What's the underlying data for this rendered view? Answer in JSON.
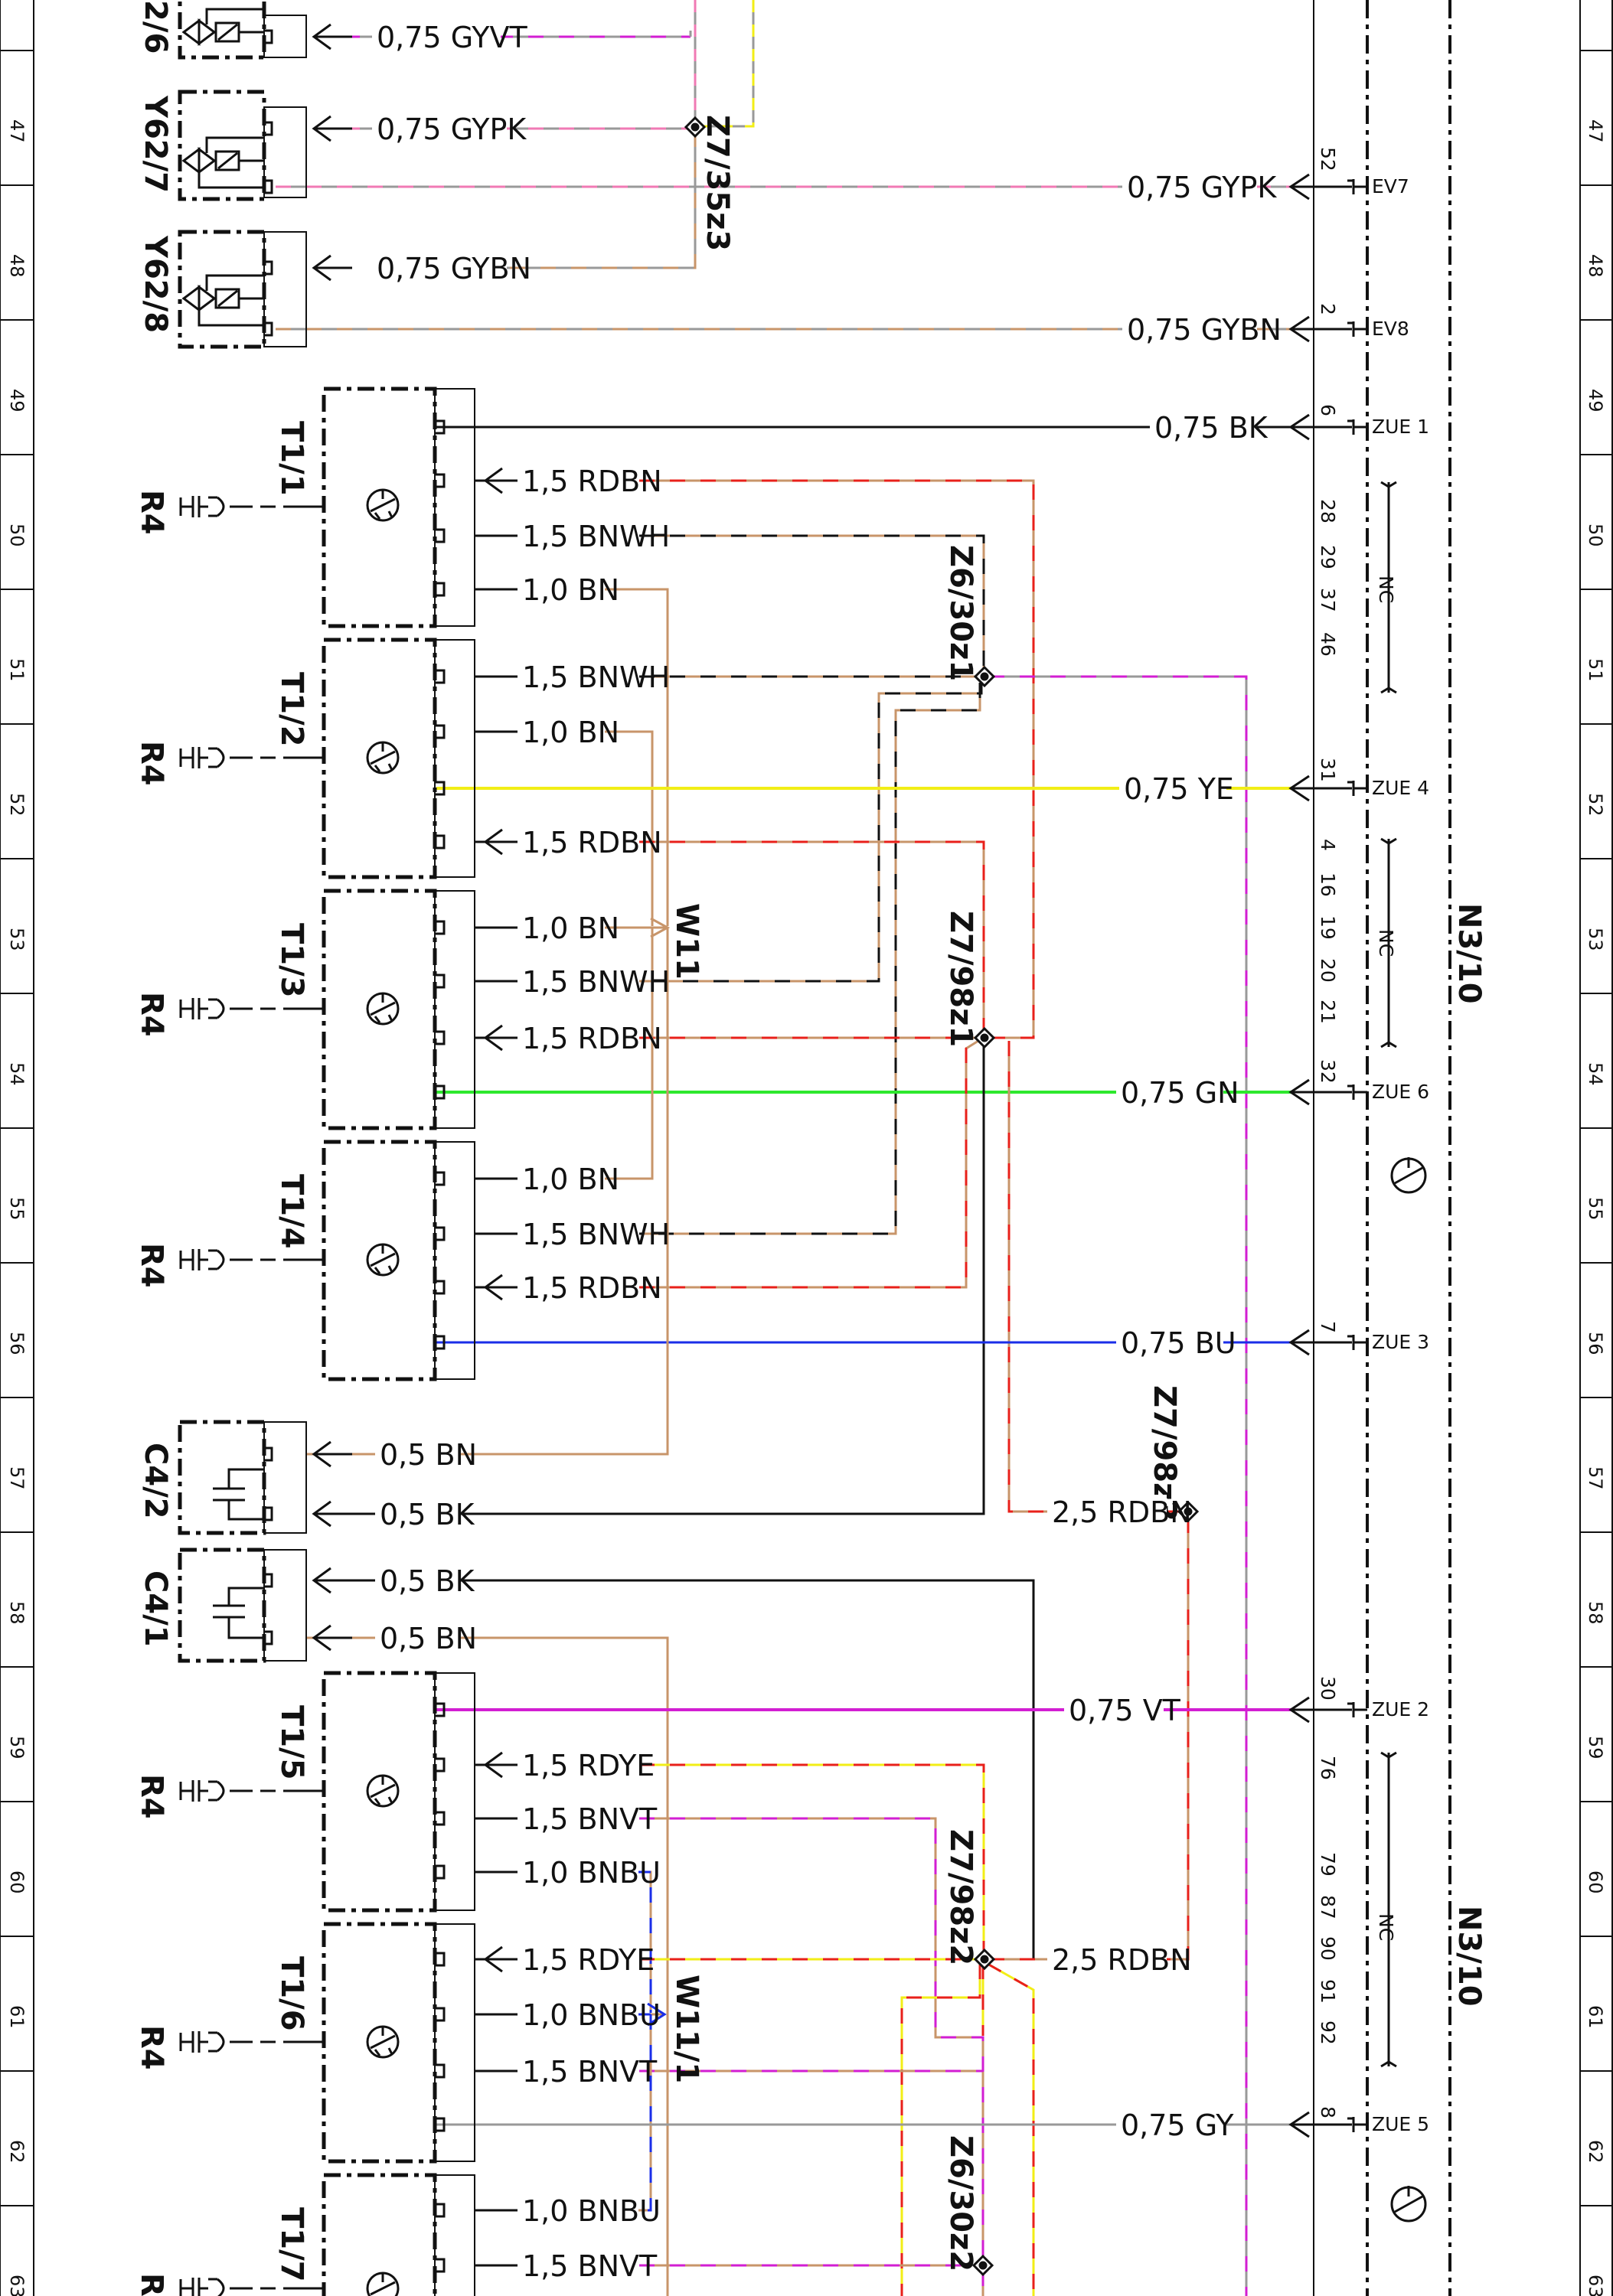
{
  "rows": [
    "47",
    "48",
    "49",
    "50",
    "51",
    "52",
    "53",
    "54",
    "55",
    "56",
    "57",
    "58",
    "59",
    "60",
    "61",
    "62",
    "63"
  ],
  "components": {
    "y62_6": "2/6",
    "y62_7": "Y62/7",
    "y62_8": "Y62/8",
    "t1_1": "T1/1",
    "t1_2": "T1/2",
    "t1_3": "T1/3",
    "t1_4": "T1/4",
    "t1_5": "T1/5",
    "t1_6": "T1/6",
    "t1_7": "T1/7",
    "r4": "R4",
    "c4_2": "C4/2",
    "c4_1": "C4/1",
    "n3_10": "N3/10"
  },
  "splices": {
    "z7_35z3": "Z7/35z3",
    "z6_30z1": "Z6/30z1",
    "w11": "W11",
    "z7_98z1": "Z7/98z1",
    "z7_98z3": "Z7/98z3",
    "z7_98z2": "Z7/98z2",
    "w11_1": "W11/1",
    "z6_30z2": "Z6/30z2"
  },
  "wires": {
    "gyvt": "0,75 GYVT",
    "gypk_a": "0,75 GYPK",
    "gypk_b": "0,75 GYPK",
    "gybn_a": "0,75 GYBN",
    "gybn_b": "0,75 GYBN",
    "bk_075": "0,75 BK",
    "rdbn_1": "1,5 RDBN",
    "bnwh_1": "1,5 BNWH",
    "bn_1": "1,0 BN",
    "bnwh_2": "1,5 BNWH",
    "bn_2": "1,0 BN",
    "ye": "0,75 YE",
    "rdbn_2": "1,5 RDBN",
    "bn_3": "1,0 BN",
    "bnwh_3": "1,5 BNWH",
    "rdbn_3": "1,5 RDBN",
    "gn": "0,75 GN",
    "bn_4": "1,0 BN",
    "bnwh_4": "1,5 BNWH",
    "rdbn_4": "1,5 RDBN",
    "bu": "0,75 BU",
    "bn_05a": "0,5 BN",
    "bk_05a": "0,5 BK",
    "rdbn_25a": "2,5 RDBN",
    "bk_05b": "0,5 BK",
    "bn_05b": "0,5 BN",
    "vt": "0,75 VT",
    "rdye_1": "1,5 RDYE",
    "bnvt_1": "1,5 BNVT",
    "bnbu_1": "1,0 BNBU",
    "rdye_2": "1,5 RDYE",
    "rdbn_25b": "2,5 RDBN",
    "bnbu_2": "1,0 BNBU",
    "bnvt_2": "1,5 BNVT",
    "gy": "0,75 GY",
    "bnbu_3": "1,0 BNBU",
    "bnvt_3": "1,5 BNVT"
  },
  "terminals": {
    "ev7": "EV7",
    "ev8": "EV8",
    "zue1": "ZUE 1",
    "zue4": "ZUE 4",
    "zue6": "ZUE 6",
    "zue3": "ZUE 3",
    "zue2": "ZUE 2",
    "zue5": "ZUE 5",
    "nc": "NC"
  },
  "pins": {
    "p52": "52",
    "p2": "2",
    "p6": "6",
    "p28": "28",
    "p29": "29",
    "p37": "37",
    "p46": "46",
    "p31": "31",
    "p4": "4",
    "p16": "16",
    "p19": "19",
    "p20": "20",
    "p21": "21",
    "p32": "32",
    "p7": "7",
    "p30": "30",
    "p76": "76",
    "p79": "79",
    "p87": "87",
    "p90": "90",
    "p91": "91",
    "p92": "92",
    "p8": "8"
  },
  "colors": {
    "black": "#111111",
    "brown": "#c8956a",
    "red": "#e8201a",
    "yellow": "#f2ee16",
    "green": "#2ee82e",
    "blue": "#1a2ee8",
    "violet": "#d21ed2",
    "pink": "#f07ab4",
    "grey": "#999999",
    "white": "#ffffff"
  }
}
